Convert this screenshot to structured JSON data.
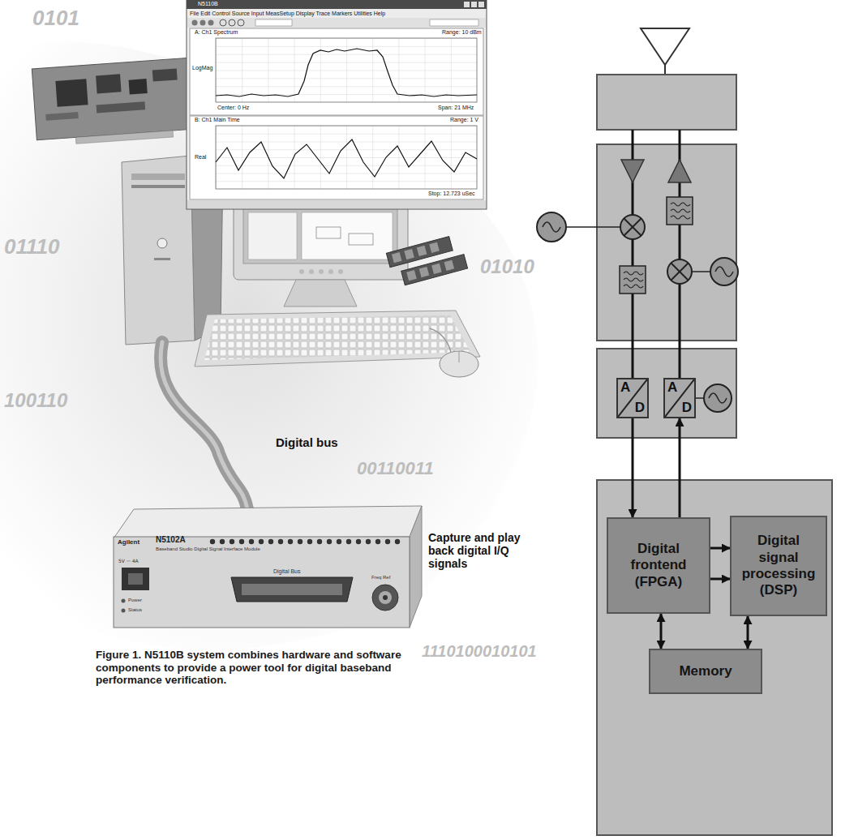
{
  "diagram": {
    "caption": "Figure 1. N5110B system combines hardware and software components to provide a power tool for digital baseband performance verification.",
    "nodes": [
      {
        "text": [
          "A",
          "D"
        ]
      },
      {
        "text": [
          "A",
          "D"
        ]
      },
      {
        "text": [
          "Digital frontend (FPGA)"
        ]
      },
      {
        "text": [
          "Digital signal processing (DSP)"
        ]
      },
      {
        "text": [
          "Memory"
        ]
      }
    ],
    "edges": [
      {
        "from": 0,
        "to": 2,
        "arrow": "to"
      },
      {
        "from": 2,
        "to": 1,
        "arrow": "to"
      },
      {
        "from": 2,
        "to": 3,
        "arrow": "to"
      },
      {
        "from": 2,
        "to": 3,
        "arrow": "to"
      },
      {
        "from": 2,
        "to": 4,
        "arrow": "both"
      },
      {
        "from": 3,
        "to": 4,
        "arrow": "both"
      }
    ],
    "labels": [
      "Digital bus",
      "Capture and play back digital I/Q signals",
      "N5110B",
      "File Edit Control Source Input MeasSetup Display Trace Markers Utilities Help",
      "A: Ch1 Spectrum",
      "Range: 10 dBm",
      "LogMag",
      "Center: 0 Hz",
      "Span: 21 MHz",
      "B: Ch1 Main Time",
      "Range: 1 V",
      "Real",
      "Stop: 12.723 uSec",
      "Agilent",
      "N5102A",
      "Baseband Studio Digital Signal Interface Module",
      "5V ⎓ 4A",
      "Power",
      "Status",
      "Digital Bus",
      "Freq Ref",
      "0101",
      "01110",
      "100110",
      "01010",
      "00110011",
      "1110100010101"
    ]
  }
}
